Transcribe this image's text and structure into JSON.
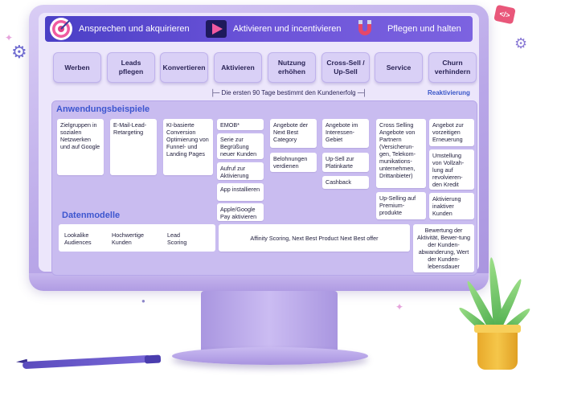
{
  "phases": [
    {
      "label": "Ansprechen und akquirieren",
      "icon": "target-icon"
    },
    {
      "label": "Aktivieren und incentivieren",
      "icon": "play-icon"
    },
    {
      "label": "Pflegen und halten",
      "icon": "magnet-icon"
    }
  ],
  "steps": [
    "Werben",
    "Leads pflegen",
    "Konvertieren",
    "Aktivieren",
    "Nutzung erhöhen",
    "Cross-Sell / Up-Sell",
    "Service",
    "Churn verhindern"
  ],
  "timeline": {
    "label": "├─ Die ersten 90 Tage bestimmt den Kundenerfolg ─┤",
    "reaktivierung": "Reaktivierung"
  },
  "anwendungsbeispiele": {
    "title": "Anwendungsbeispiele",
    "columns": [
      [
        "Zielgruppen in sozialen Netzwerken und auf Google"
      ],
      [
        "E-Mail-Lead-Retargeting"
      ],
      [
        "KI-basierte Conversion Optimierung von Funnel- und Landing Pages"
      ],
      [
        "EMOB*",
        "Serie zur Begrüßung neuer Kunden",
        "Aufruf zur Aktivierung",
        "App installieren",
        "Apple/Google Pay aktivieren"
      ],
      [
        "Angebote der Next Best Category",
        "Belohnungen verdienen"
      ],
      [
        "Angebote im Interessen-Gebiet",
        "Up-Sell zur Platinkarte",
        "Cashback"
      ],
      [
        "Cross Selling Angebote von Partnern (Versicherun-gen, Telekom-munikations-unternehmen, Drittanbieter)",
        "Up-Selling auf Premium-produkte"
      ],
      [
        "Angebot zur vorzeitigen Erneuerung",
        "Umstellung von Vollzah-lung auf revolvieren-den Kredit",
        "Aktivierung inaktiver Kunden"
      ]
    ]
  },
  "datenmodelle": {
    "title": "Datenmodelle",
    "items": [
      "Lookalike Audiences",
      "Hochwertige Kunden",
      "Lead Scoring",
      "Affinity Scoring, Next Best Product Next Best offer",
      "Bewertung der Aktivität, Bewer-tung der Kunden-abwanderung, Wert der Kunden-lebensdauer"
    ]
  },
  "decor": {
    "code_badge": "</>"
  },
  "colors": {
    "accent": "#3d56cf",
    "phase_bar": "#5a48cf",
    "panel": "#c9bcf0",
    "monitor": "#b9a7e8",
    "pot": "#f5c64a"
  }
}
